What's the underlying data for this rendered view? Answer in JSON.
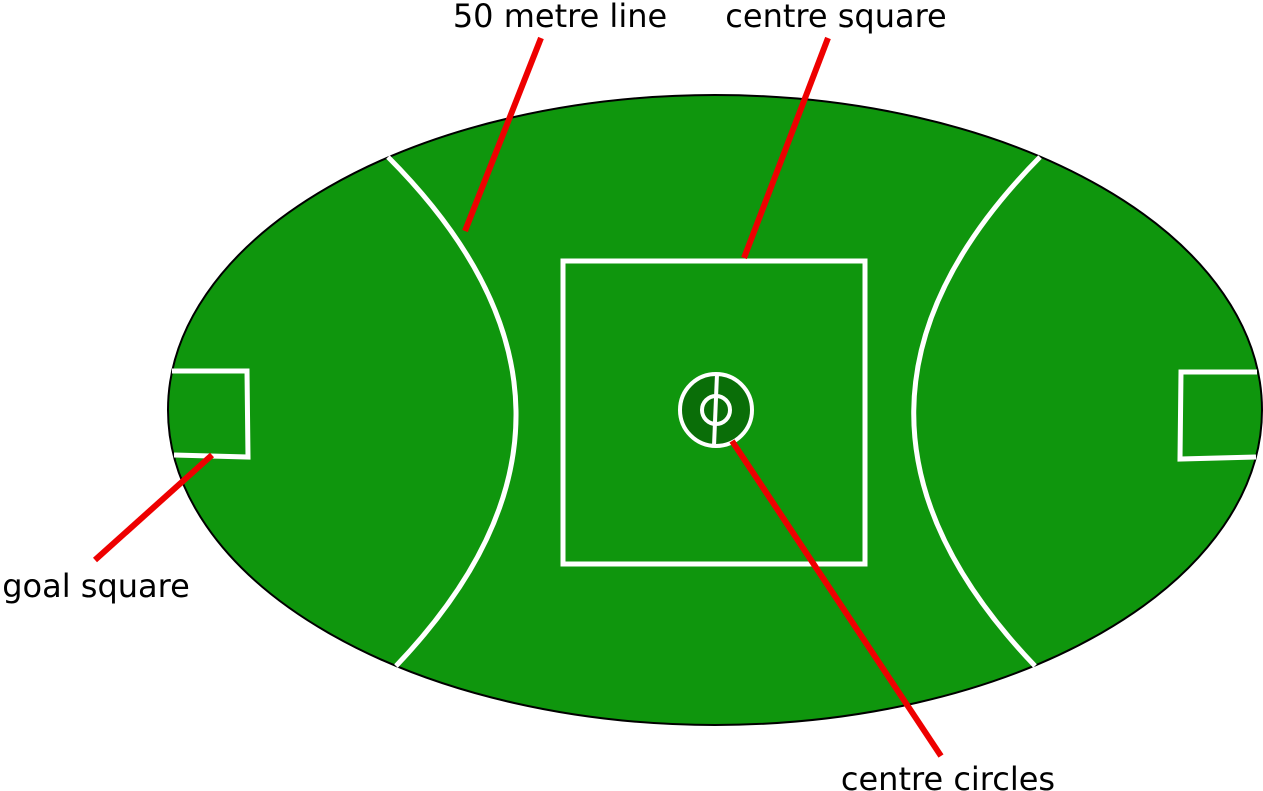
{
  "diagram": {
    "labels": {
      "fifty_metre_line": "50 metre line",
      "centre_square": "centre square",
      "goal_square": "goal square",
      "centre_circles": "centre circles"
    },
    "colors": {
      "field_green": "#0f960d",
      "centre_circle_green": "#0a6e08",
      "line_white": "#ffffff",
      "pointer_red": "#ee0000",
      "outline_black": "#000000"
    }
  }
}
